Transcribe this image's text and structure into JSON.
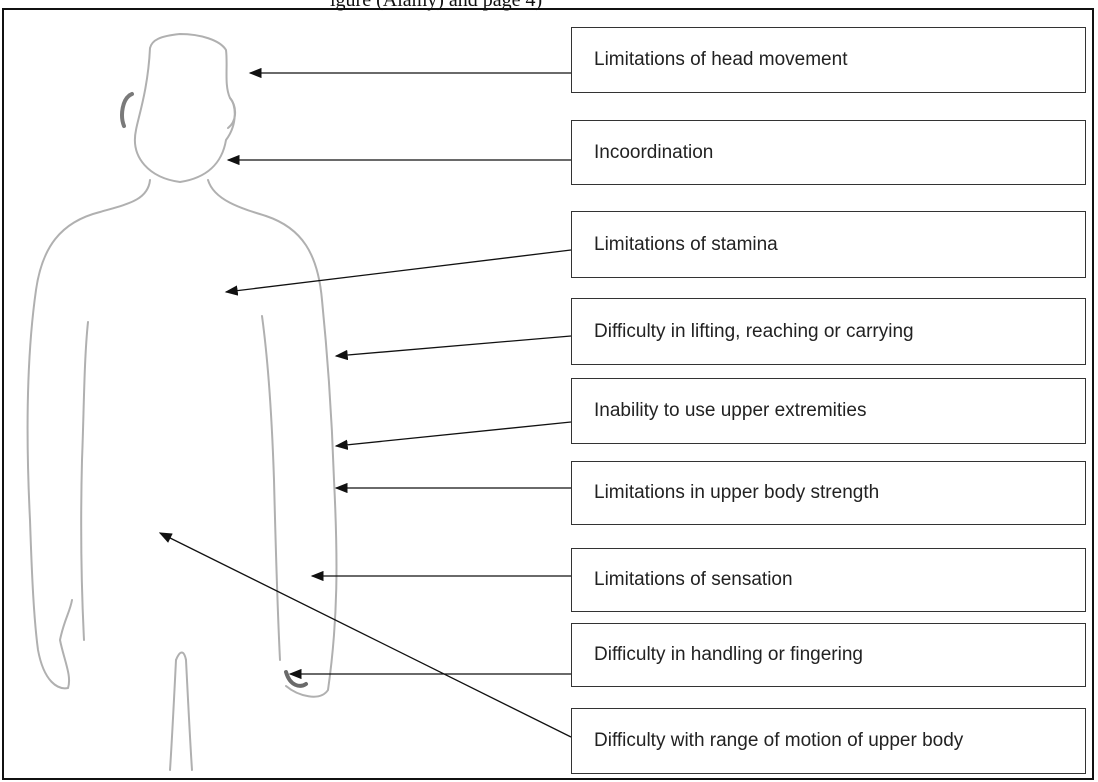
{
  "caption_fragment": "igure (Alamy) and page 4)",
  "labels": [
    "Limitations of head movement",
    "Incoordination",
    "Limitations of stamina",
    "Difficulty in lifting, reaching or carrying",
    "Inability to use upper extremities",
    "Limitations in upper body strength",
    "Limitations of sensation",
    "Difficulty in handling or fingering",
    "Difficulty with range of motion of upper body"
  ],
  "colors": {
    "outline": "#b0b0b0",
    "arrow": "#111111",
    "box_border": "#333333"
  }
}
